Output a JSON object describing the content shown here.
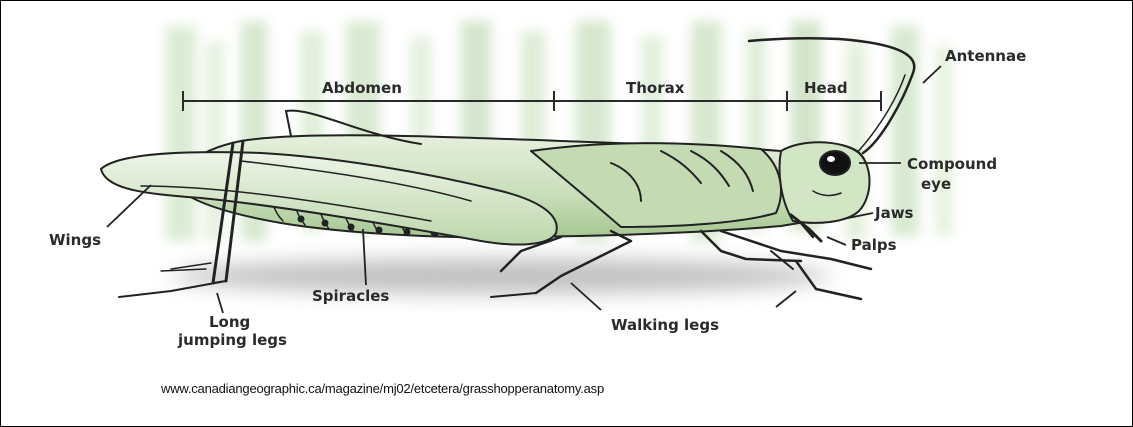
{
  "diagram": {
    "regions": {
      "abdomen": "Abdomen",
      "thorax": "Thorax",
      "head": "Head"
    },
    "labels": {
      "antennae": "Antennae",
      "compound_eye_line1": "Compound",
      "compound_eye_line2": "eye",
      "jaws": "Jaws",
      "palps": "Palps",
      "wings": "Wings",
      "long_jumping_legs_line1": "Long",
      "long_jumping_legs_line2": "jumping legs",
      "spiracles": "Spiracles",
      "walking_legs": "Walking legs"
    },
    "source_url": "www.canadiangeographic.ca/magazine/mj02/etcetera/grasshopperanatomy.asp"
  },
  "colors": {
    "body_fill": "#cfe3c2",
    "body_shade": "#a9cc98",
    "background_green": "#d7e9cf",
    "outline": "#222222"
  }
}
